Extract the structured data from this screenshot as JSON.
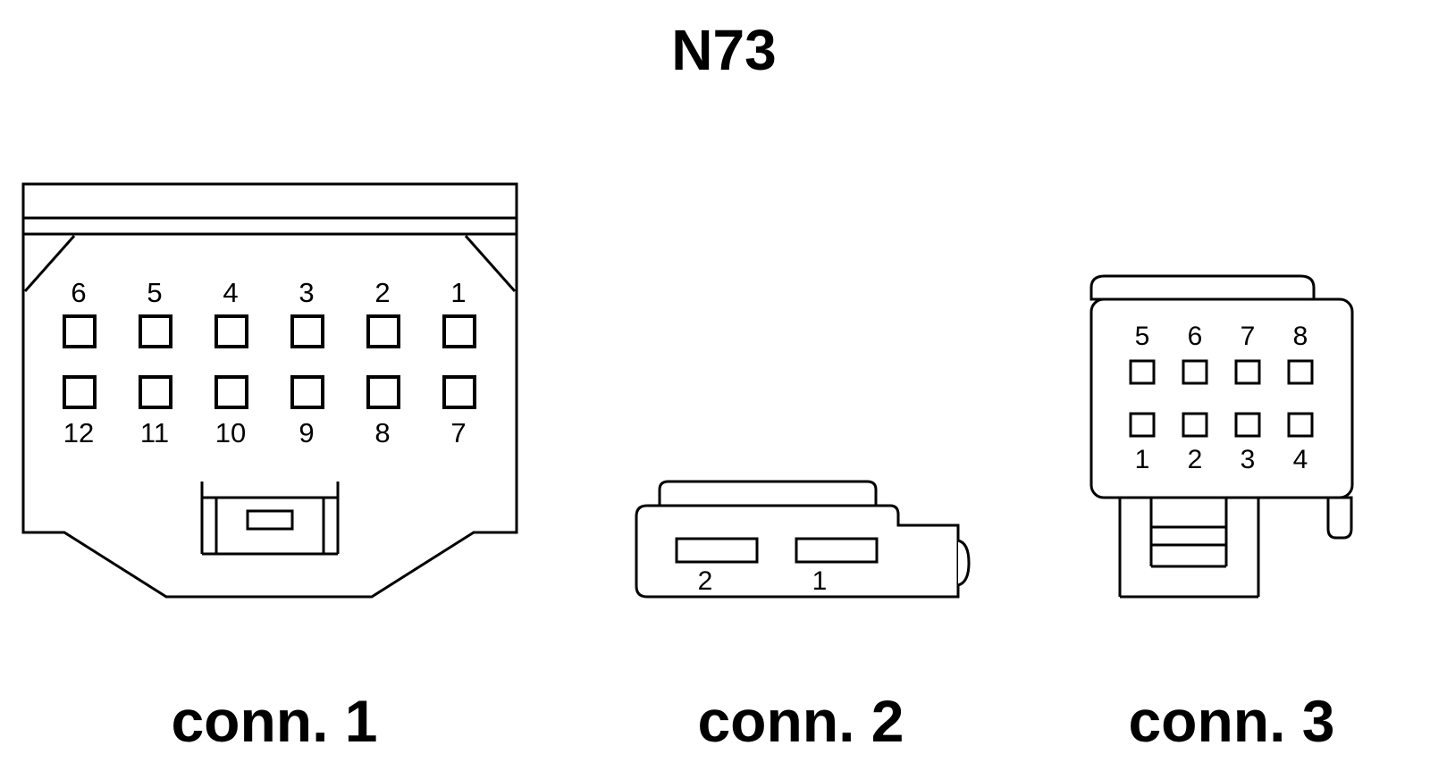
{
  "title": "N73",
  "connectors": [
    {
      "label": "conn. 1",
      "pins_top": [
        "6",
        "5",
        "4",
        "3",
        "2",
        "1"
      ],
      "pins_bottom": [
        "12",
        "11",
        "10",
        "9",
        "8",
        "7"
      ]
    },
    {
      "label": "conn. 2",
      "pins": [
        "2",
        "1"
      ]
    },
    {
      "label": "conn. 3",
      "pins_top": [
        "5",
        "6",
        "7",
        "8"
      ],
      "pins_bottom": [
        "1",
        "2",
        "3",
        "4"
      ]
    }
  ]
}
